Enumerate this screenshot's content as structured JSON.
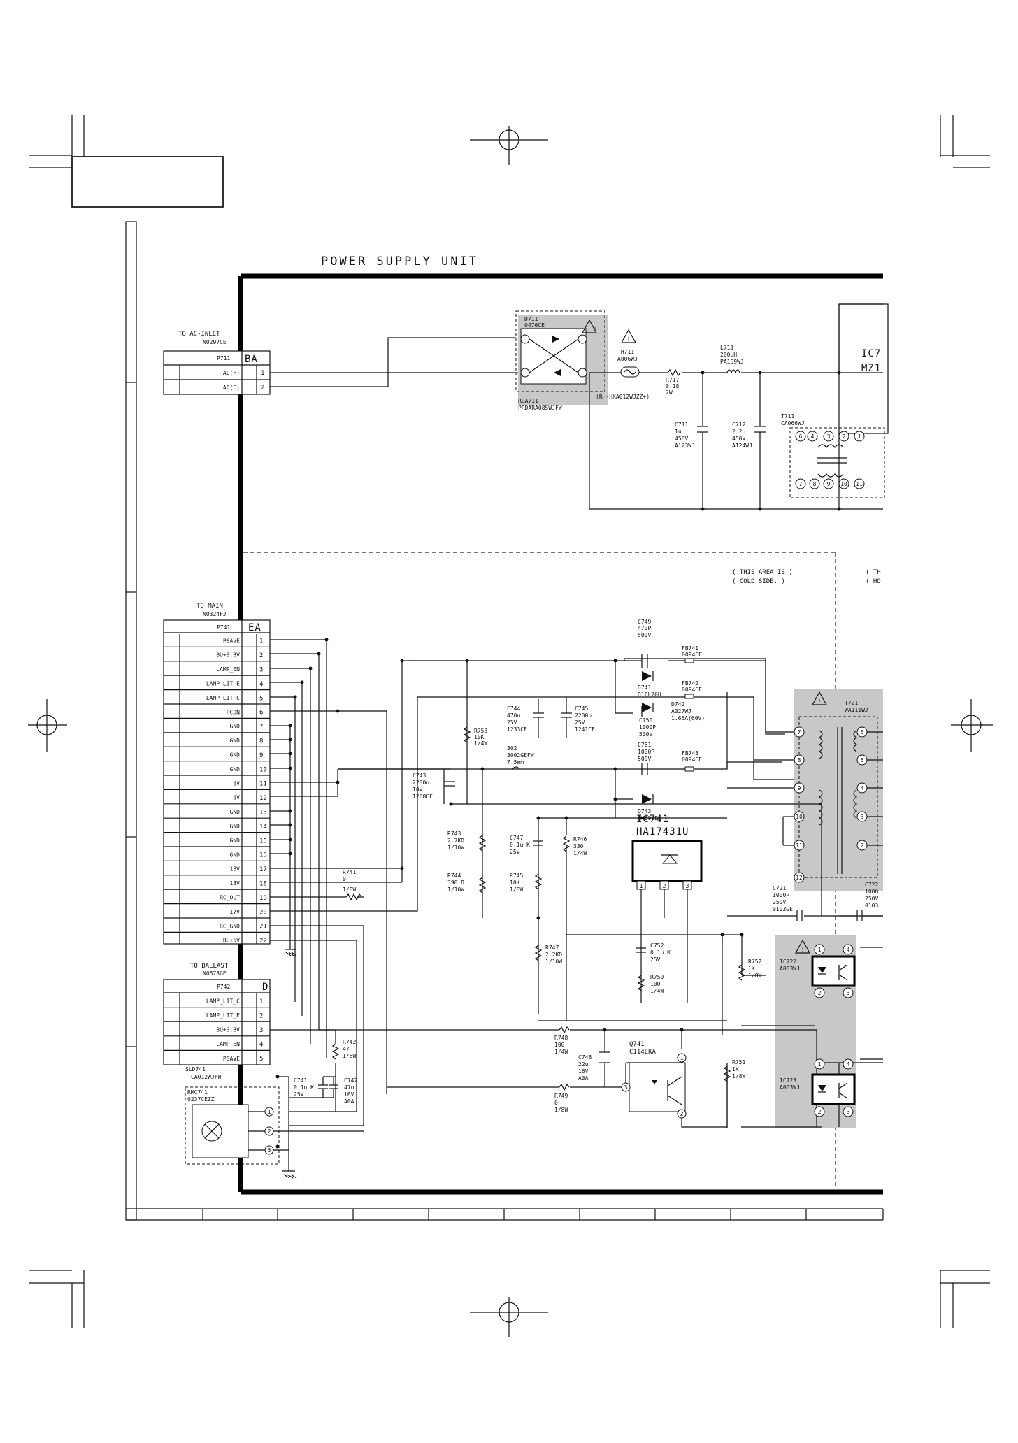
{
  "title": "POWER SUPPLY UNIT",
  "notes": {
    "cold_side": [
      "( THIS AREA IS )",
      "( COLD SIDE. )"
    ],
    "hot_side_partial": [
      "( TH",
      "( HO"
    ]
  },
  "connectors": {
    "ac_inlet": {
      "caption": "TO AC-INLET",
      "part": "N0297CE",
      "ref": "P711",
      "id": "BA",
      "pins": [
        {
          "name": "AC(H)",
          "num": "1"
        },
        {
          "name": "AC(C)",
          "num": "2"
        }
      ]
    },
    "main": {
      "caption": "TO MAIN",
      "part": "N0324FJ",
      "ref": "P741",
      "id": "EA",
      "pins": [
        {
          "name": "PSAVE",
          "num": "1"
        },
        {
          "name": "BU+3.3V",
          "num": "2"
        },
        {
          "name": "LAMP_EN",
          "num": "3"
        },
        {
          "name": "LAMP_LIT_E",
          "num": "4"
        },
        {
          "name": "LAMP_LIT_C",
          "num": "5"
        },
        {
          "name": "PCON",
          "num": "6"
        },
        {
          "name": "GND",
          "num": "7"
        },
        {
          "name": "GND",
          "num": "8"
        },
        {
          "name": "GND",
          "num": "9"
        },
        {
          "name": "GND",
          "num": "10"
        },
        {
          "name": "6V",
          "num": "11"
        },
        {
          "name": "6V",
          "num": "12"
        },
        {
          "name": "GND",
          "num": "13"
        },
        {
          "name": "GND",
          "num": "14"
        },
        {
          "name": "GND",
          "num": "15"
        },
        {
          "name": "GND",
          "num": "16"
        },
        {
          "name": "13V",
          "num": "17"
        },
        {
          "name": "13V",
          "num": "18"
        },
        {
          "name": "RC_OUT",
          "num": "19"
        },
        {
          "name": "17V",
          "num": "20"
        },
        {
          "name": "RC_GND",
          "num": "21"
        },
        {
          "name": "BU+5V",
          "num": "22"
        }
      ]
    },
    "ballast": {
      "caption": "TO BALLAST",
      "part": "N0578GE",
      "ref": "P742",
      "id": "D",
      "pins": [
        {
          "name": "LAMP_LIT_C",
          "num": "1"
        },
        {
          "name": "LAMP_LIT_E",
          "num": "2"
        },
        {
          "name": "BU+3.3V",
          "num": "3"
        },
        {
          "name": "LAMP_EN",
          "num": "4"
        },
        {
          "name": "PSAVE",
          "num": "5"
        }
      ]
    }
  },
  "components": {
    "d711": [
      "D711",
      "0476CE"
    ],
    "rda711": [
      "RDA711",
      "PRDARA085WJFW"
    ],
    "th711": [
      "TH711",
      "A006WJ"
    ],
    "rh": "(RH-HXA012WJZZ+)",
    "r717": [
      "R717",
      "0.18",
      "2W"
    ],
    "l711": [
      "L711",
      "200uH",
      "PA159WJ"
    ],
    "ic7_partial": [
      "IC7",
      "MZ1"
    ],
    "c711": [
      "C711",
      "1u",
      "450V",
      "A123WJ"
    ],
    "c712": [
      "C712",
      "2.2u",
      "450V",
      "A124WJ"
    ],
    "t711": [
      "T711",
      "CA066WJ"
    ],
    "t711_pins_top": [
      "6",
      "4",
      "3",
      "2",
      "1"
    ],
    "t711_pins_bottom": [
      "7",
      "8",
      "9",
      "10",
      "11"
    ],
    "c749": [
      "C749",
      "470P",
      "500V"
    ],
    "d741": [
      "D741",
      "D1FL20U"
    ],
    "fb741": [
      "FB741",
      "0094CE"
    ],
    "fb742": [
      "FB742",
      "0094CE"
    ],
    "fb743": [
      "FB743",
      "0094CE"
    ],
    "c744": [
      "C744",
      "470u",
      "25V",
      "1233CE"
    ],
    "c745": [
      "C745",
      "2200u",
      "25V",
      "1241CE"
    ],
    "d742": [
      "D742",
      "A027WJ",
      "1.65A(60V)"
    ],
    "c750": [
      "C750",
      "1000P",
      "500V"
    ],
    "r753": [
      "R753",
      "10K",
      "1/4W"
    ],
    "l302": [
      "302",
      "3002GEFW",
      "7.5mm"
    ],
    "c751": [
      "C751",
      "1000P",
      "500V"
    ],
    "c743": [
      "C743",
      "2200u",
      "10V",
      "1208CE"
    ],
    "d743": [
      "D743",
      "0459CE"
    ],
    "ic741": [
      "IC741",
      "HA17431U"
    ],
    "ic741_pins": [
      "1",
      "2",
      "3"
    ],
    "r743": [
      "R743",
      "2.7KD",
      "1/10W"
    ],
    "r744": [
      "R744",
      "390 D",
      "1/10W"
    ],
    "c747": [
      "C747",
      "0.1u K",
      "25V"
    ],
    "r746": [
      "R746",
      "330",
      "1/4W"
    ],
    "r745": [
      "R745",
      "10K",
      "1/8W"
    ],
    "r741": [
      "R741",
      "0",
      "1/8W"
    ],
    "r747": [
      "R747",
      "2.2KD",
      "1/10W"
    ],
    "c752": [
      "C752",
      "0.1u K",
      "25V"
    ],
    "r750": [
      "R750",
      "100",
      "1/4W"
    ],
    "r752": [
      "R752",
      "1K",
      "1/8W"
    ],
    "t721": [
      "T721",
      "WA111WJ"
    ],
    "t721_pins_left": [
      "7",
      "8",
      "9",
      "10",
      "11",
      "12"
    ],
    "t721_pins_right": [
      "6",
      "5",
      "4",
      "3",
      "2"
    ],
    "c721": [
      "C721",
      "1000P",
      "250V",
      "0103GE"
    ],
    "c722_partial": [
      "C722",
      "1000",
      "250V",
      "0103"
    ],
    "ic722": [
      "IC722",
      "A003WJ"
    ],
    "ic723": [
      "IC723",
      "A003WJ"
    ],
    "opto_pins": [
      "1",
      "2",
      "3",
      "4"
    ],
    "r748": [
      "R748",
      "100",
      "1/4W"
    ],
    "c748": [
      "C748",
      "22u",
      "16V",
      "A0A"
    ],
    "q741": [
      "Q741",
      "C114EKA"
    ],
    "q741_pins": [
      "1",
      "2",
      "3"
    ],
    "r749": [
      "R749",
      "0",
      "1/8W"
    ],
    "r751": [
      "R751",
      "1K",
      "1/8W"
    ],
    "r742": [
      "R742",
      "47",
      "1/8W"
    ],
    "c741": [
      "C741",
      "0.1u K",
      "25V"
    ],
    "c742": [
      "C742",
      "47u",
      "16V",
      "A0A"
    ],
    "sld741": [
      "SLD741",
      "CA012WJFW"
    ],
    "rmc741": [
      "RMC741",
      "0237CEZZ"
    ],
    "rmc_pins": [
      "1",
      "2",
      "3"
    ]
  }
}
